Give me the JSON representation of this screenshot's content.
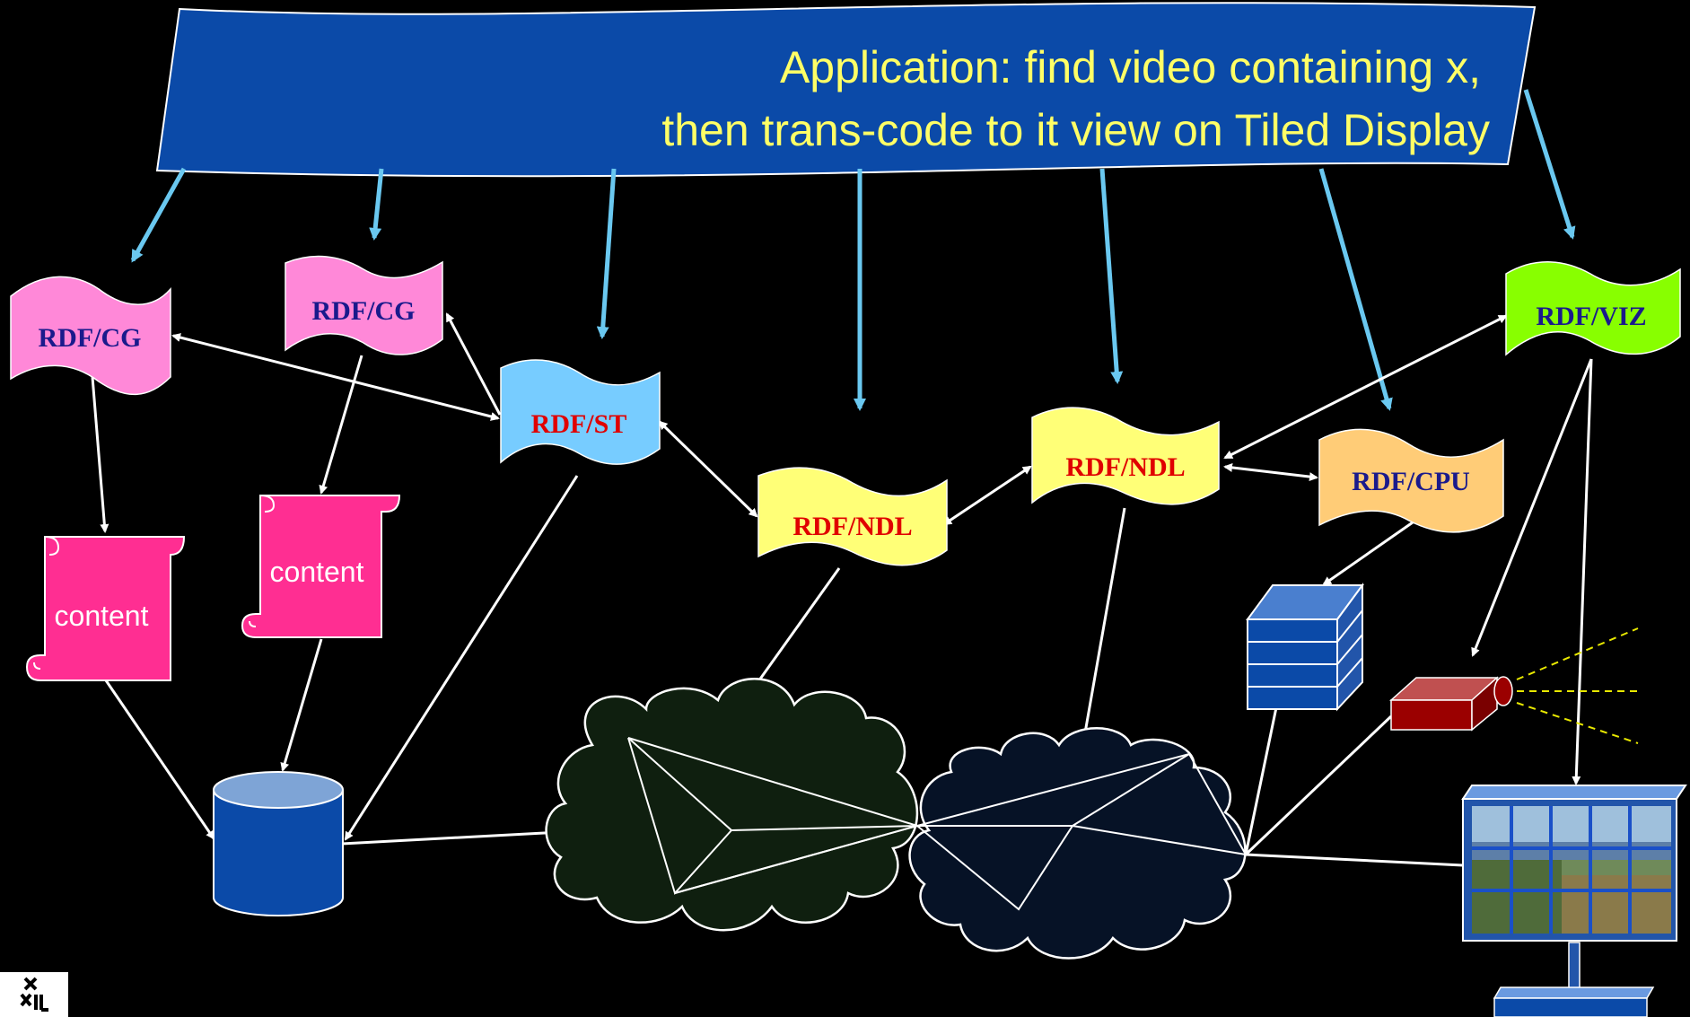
{
  "banner": {
    "line1": "Application: find video containing x,",
    "line2": "then trans-code to it view on Tiled Display"
  },
  "flags": {
    "cg1": {
      "label": "RDF/CG",
      "fill": "#ff88d8",
      "text_color": "#1a1a8c"
    },
    "cg2": {
      "label": "RDF/CG",
      "fill": "#ff88d8",
      "text_color": "#1a1a8c"
    },
    "st": {
      "label": "RDF/ST",
      "fill": "#77ccff",
      "text_color": "#e00000"
    },
    "ndl1": {
      "label": "RDF/NDL",
      "fill": "#ffff77",
      "text_color": "#e00000"
    },
    "ndl2": {
      "label": "RDF/NDL",
      "fill": "#ffff77",
      "text_color": "#e00000"
    },
    "cpu": {
      "label": "RDF/CPU",
      "fill": "#ffcc77",
      "text_color": "#1a1a8c"
    },
    "viz": {
      "label": "RDF/VIZ",
      "fill": "#88ff00",
      "text_color": "#1a1a8c"
    }
  },
  "content": {
    "scroll1": "content",
    "scroll2": "content"
  },
  "colors": {
    "background": "#000000",
    "banner_fill": "#0b4aa8",
    "app_arrows": "#6ac8f0",
    "links": "#ffffff",
    "content_scroll": "#ff2e92",
    "database": "#0b4aa8",
    "projector": "#9b0000",
    "beam": "#e8e800"
  }
}
